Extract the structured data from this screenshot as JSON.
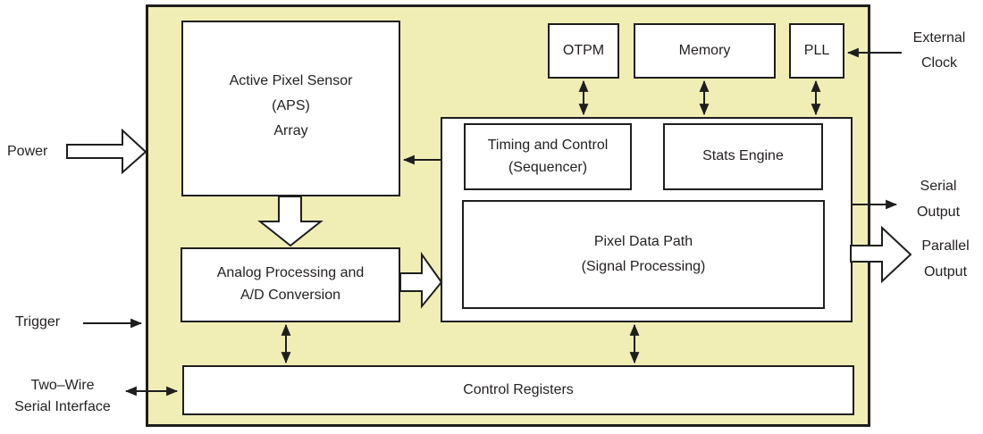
{
  "colors": {
    "chip_fill": "#F0EDB5",
    "box_fill": "#FFFFFF",
    "line": "#1E1E1E",
    "text": "#231F20"
  },
  "blocks": {
    "aps": [
      "Active Pixel Sensor",
      "(APS)",
      "Array"
    ],
    "otpm": "OTPM",
    "memory": "Memory",
    "pll": "PLL",
    "timing": [
      "Timing and Control",
      "(Sequencer)"
    ],
    "stats": "Stats Engine",
    "pixel_data_path": [
      "Pixel Data Path",
      "(Signal Processing)"
    ],
    "analog": [
      "Analog Processing and",
      "A/D Conversion"
    ],
    "control_registers": "Control Registers"
  },
  "labels": {
    "power": "Power",
    "external_clock": [
      "External",
      "Clock"
    ],
    "serial_output": [
      "Serial",
      "Output"
    ],
    "parallel_output": [
      "Parallel",
      "Output"
    ],
    "trigger": "Trigger",
    "two_wire": [
      "Two–Wire",
      "Serial Interface"
    ]
  }
}
